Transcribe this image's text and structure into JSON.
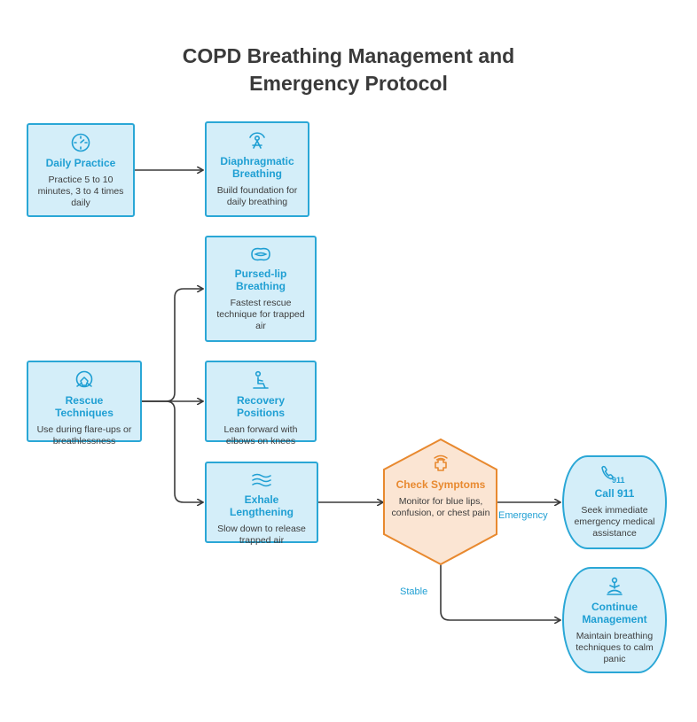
{
  "title": {
    "line1": "COPD Breathing Management and",
    "line2": "Emergency Protocol"
  },
  "nodes": {
    "daily_practice": {
      "title": "Daily Practice",
      "desc": "Practice 5 to 10 minutes, 3 to 4 times daily",
      "icon": "clock-icon"
    },
    "diaphragmatic": {
      "title": "Diaphragmatic Breathing",
      "desc": "Build foundation for daily breathing",
      "icon": "meditation-icon"
    },
    "pursed_lip": {
      "title": "Pursed-lip Breathing",
      "desc": "Fastest rescue technique for trapped air",
      "icon": "lips-icon"
    },
    "rescue": {
      "title": "Rescue Techniques",
      "desc": "Use during flare-ups or breathlessness",
      "icon": "oxygen-mask-icon"
    },
    "recovery": {
      "title": "Recovery Positions",
      "desc": "Lean forward with elbows on knees",
      "icon": "seated-person-icon"
    },
    "exhale": {
      "title": "Exhale Lengthening",
      "desc": "Slow down to release trapped air",
      "icon": "wind-icon"
    },
    "check": {
      "title": "Check Symptoms",
      "desc": "Monitor for blue lips, confusion, or chest pain",
      "icon": "medical-cross-icon"
    },
    "call911": {
      "title": "Call 911",
      "desc": "Seek immediate emergency medical assistance",
      "icon": "phone-911-icon",
      "icon_text": "911"
    },
    "continue": {
      "title": "Continue Management",
      "desc": "Maintain breathing techniques to calm panic",
      "icon": "meditation-icon"
    }
  },
  "edge_labels": {
    "emergency": "Emergency",
    "stable": "Stable"
  },
  "colors": {
    "blue_fill": "#d4eef9",
    "blue_stroke": "#2aa7d6",
    "blue_text": "#1f9fd3",
    "orange_fill": "#fbe5d3",
    "orange_stroke": "#e8892f",
    "edge": "#3a3a3a"
  }
}
